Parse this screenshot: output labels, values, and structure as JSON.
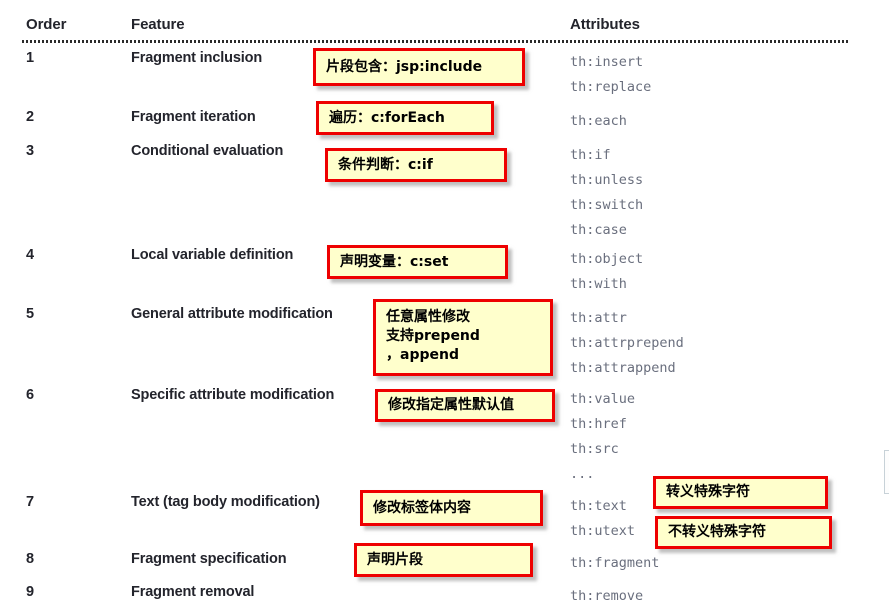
{
  "table": {
    "headers": {
      "order": "Order",
      "feature": "Feature",
      "attributes": "Attributes"
    },
    "rows": [
      {
        "order": "1",
        "feature": "Fragment inclusion",
        "attributes": [
          "th:insert",
          "th:replace"
        ]
      },
      {
        "order": "2",
        "feature": "Fragment iteration",
        "attributes": [
          "th:each"
        ]
      },
      {
        "order": "3",
        "feature": "Conditional evaluation",
        "attributes": [
          "th:if",
          "th:unless",
          "th:switch",
          "th:case"
        ]
      },
      {
        "order": "4",
        "feature": "Local variable definition",
        "attributes": [
          "th:object",
          "th:with"
        ]
      },
      {
        "order": "5",
        "feature": "General attribute modification",
        "attributes": [
          "th:attr",
          "th:attrprepend",
          "th:attrappend"
        ]
      },
      {
        "order": "6",
        "feature": "Specific attribute modification",
        "attributes": [
          "th:value",
          "th:href",
          "th:src",
          "..."
        ]
      },
      {
        "order": "7",
        "feature": "Text (tag body modification)",
        "attributes": [
          "th:text",
          "th:utext"
        ]
      },
      {
        "order": "8",
        "feature": "Fragment specification",
        "attributes": [
          "th:fragment"
        ]
      },
      {
        "order": "9",
        "feature": "Fragment removal",
        "attributes": [
          "th:remove"
        ]
      }
    ]
  },
  "callouts": [
    {
      "id": "callout-fragment-inclusion",
      "text": "片段包含：jsp:include"
    },
    {
      "id": "callout-fragment-iteration",
      "text": "遍历：c:forEach"
    },
    {
      "id": "callout-conditional",
      "text": "条件判断：c:if"
    },
    {
      "id": "callout-local-variable",
      "text": "声明变量：c:set"
    },
    {
      "id": "callout-general-attribute",
      "text": "任意属性修改\n支持prepend\n，append"
    },
    {
      "id": "callout-specific-attribute",
      "text": "修改指定属性默认值"
    },
    {
      "id": "callout-text-body",
      "text": "修改标签体内容"
    },
    {
      "id": "callout-fragment-spec",
      "text": "声明片段"
    },
    {
      "id": "callout-escape",
      "text": "转义特殊字符"
    },
    {
      "id": "callout-no-escape",
      "text": "不转义特殊字符"
    }
  ],
  "colors": {
    "callout_border": "#ee0000",
    "callout_fill": "#ffffcc",
    "text": "#23242c",
    "attribute_text": "#6a6f7e",
    "rule": "#2b2b2b"
  }
}
